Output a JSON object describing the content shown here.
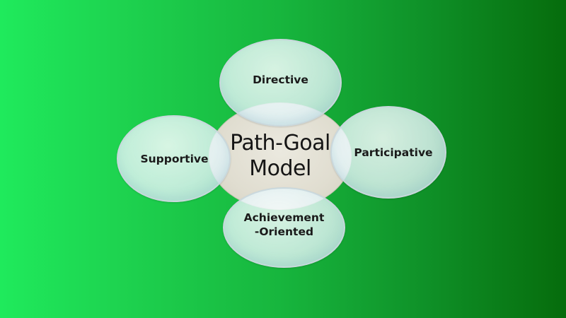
{
  "diagram": {
    "type": "radial-venn",
    "center": {
      "label_line1": "Path-Goal",
      "label_line2": "Model"
    },
    "nodes": [
      {
        "position": "top",
        "label": "Directive"
      },
      {
        "position": "left",
        "label": "Supportive"
      },
      {
        "position": "right",
        "label": "Participative"
      },
      {
        "position": "bottom",
        "label_line1": "Achievement",
        "label_line2": "-Oriented"
      }
    ]
  },
  "colors": {
    "background_left": "#1fea5c",
    "background_right": "#066c0c",
    "center_fill": "#e0ddd0",
    "node_fill": "#e4f4f7",
    "text": "#1a1a1a"
  }
}
